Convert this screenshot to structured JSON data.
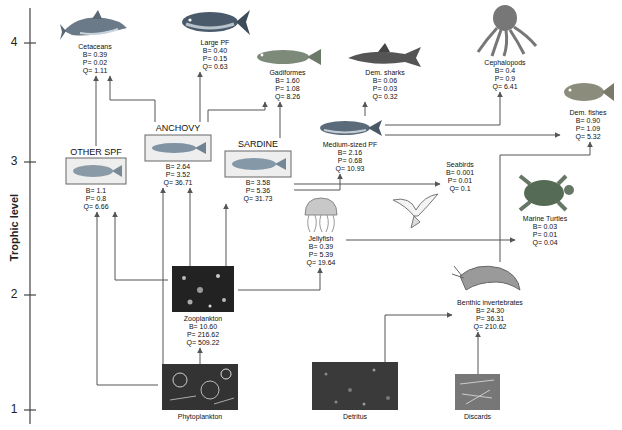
{
  "diagram": {
    "nodes": [
      {
        "text": [
          "Cetaceans",
          "B= 0.39",
          "P= 0.02",
          "Q= 1.11"
        ]
      },
      {
        "text": [
          "Large PF",
          "B= 0.40",
          "P= 0.15",
          "Q= 0.63"
        ]
      },
      {
        "text": [
          "Gadiformes",
          "B= 1.60",
          "P= 1.08",
          "Q= 8.26"
        ]
      },
      {
        "text": [
          "Dem. sharks",
          "B= 0.06",
          "P= 0.03",
          "Q= 0.32"
        ]
      },
      {
        "text": [
          "Cephalopods",
          "B= 0.4",
          "P= 0.9",
          "Q= 6.41"
        ]
      },
      {
        "text": [
          "Dem. fishes",
          "B= 0.90",
          "P= 1.09",
          "Q= 5.32"
        ]
      },
      {
        "text": [
          "Medium-sized PF",
          "B= 2.16",
          "P= 0.68",
          "Q= 10.93"
        ]
      },
      {
        "text": [
          "OTHER SPF",
          "B= 1.1",
          "P= 0.8",
          "Q= 6.66"
        ]
      },
      {
        "text": [
          "ANCHOVY",
          "B= 2.64",
          "P= 3.52",
          "Q= 36.71"
        ]
      },
      {
        "text": [
          "SARDINE",
          "B= 3.58",
          "P= 5.36",
          "Q= 31.73"
        ]
      },
      {
        "text": [
          "Seabirds",
          "B= 0.001",
          "P= 0.01",
          "Q= 0.1"
        ]
      },
      {
        "text": [
          "Jellyfish",
          "B= 0.39",
          "P= 5.39",
          "Q= 19.64"
        ]
      },
      {
        "text": [
          "Marine Turtles",
          "B= 0.03",
          "P= 0.01",
          "Q= 0.04"
        ]
      },
      {
        "text": [
          "Zooplankton",
          "B= 10.60",
          "P= 216.62",
          "Q= 509.22"
        ]
      },
      {
        "text": [
          "Benthic invertebrates",
          "B= 24.30",
          "P= 36.31",
          "Q= 210.62"
        ]
      },
      {
        "text": [
          "Phytoplankton"
        ]
      },
      {
        "text": [
          "Detritus"
        ]
      },
      {
        "text": [
          "Discards"
        ]
      }
    ],
    "edges": [
      {
        "from": 15,
        "to": 13,
        "arrow": "to"
      },
      {
        "from": 15,
        "to": 7,
        "arrow": "to"
      },
      {
        "from": 15,
        "to": 8,
        "arrow": "to"
      },
      {
        "from": 13,
        "to": 8,
        "arrow": "to"
      },
      {
        "from": 13,
        "to": 9,
        "arrow": "to"
      },
      {
        "from": 13,
        "to": 7,
        "arrow": "to"
      },
      {
        "from": 13,
        "to": 11,
        "arrow": "to"
      },
      {
        "from": 16,
        "to": 14,
        "arrow": "to"
      },
      {
        "from": 17,
        "to": 14,
        "arrow": "to"
      },
      {
        "from": 7,
        "to": 0,
        "arrow": "to"
      },
      {
        "from": 8,
        "to": 1,
        "arrow": "to"
      },
      {
        "from": 8,
        "to": 0,
        "arrow": "to"
      },
      {
        "from": 9,
        "to": 2,
        "arrow": "to"
      },
      {
        "from": 8,
        "to": 2,
        "arrow": "to"
      },
      {
        "from": 9,
        "to": 6,
        "arrow": "to"
      },
      {
        "from": 6,
        "to": 3,
        "arrow": "to"
      },
      {
        "from": 6,
        "to": 4,
        "arrow": "to"
      },
      {
        "from": 6,
        "to": 5,
        "arrow": "to"
      },
      {
        "from": 9,
        "to": 10,
        "arrow": "to"
      },
      {
        "from": 11,
        "to": 12,
        "arrow": "to"
      },
      {
        "from": 14,
        "to": 5,
        "arrow": "to"
      }
    ],
    "labels": [
      "4",
      "3",
      "2",
      "1",
      "Trophic level"
    ]
  }
}
